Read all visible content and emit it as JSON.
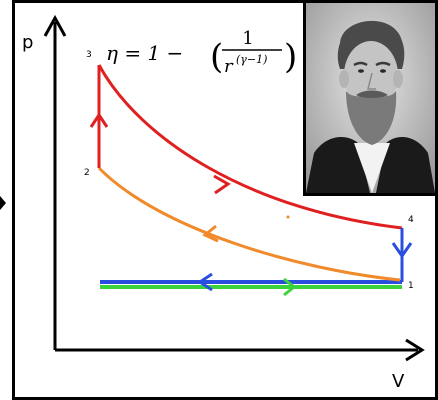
{
  "axes": {
    "y_label": "p",
    "x_label": "V"
  },
  "points": {
    "p1": "1",
    "p2": "2",
    "p3": "3",
    "p4": "4"
  },
  "formula": {
    "lhs": "η = 1 −",
    "numerator": "1",
    "denominator_base": "r",
    "denominator_exponent": "(γ−1)"
  },
  "colors": {
    "compression": "#f08a2a",
    "combustion": "#e02020",
    "expansion": "#e02020",
    "exhaust": "#2a4fe0",
    "intake": "#3cd23c",
    "axes": "#000000"
  },
  "portrait": {
    "subject": "bearded man portrait"
  }
}
